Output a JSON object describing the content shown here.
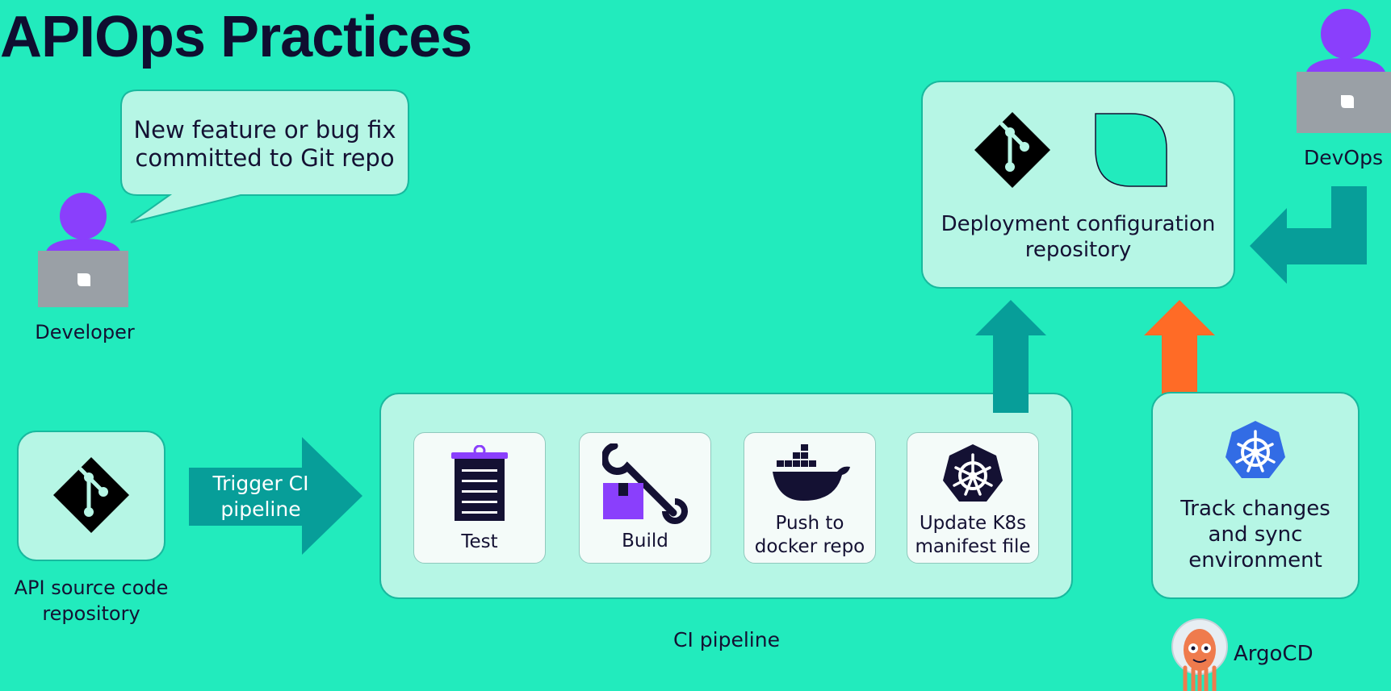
{
  "title": "APIOps Practices",
  "speech_bubble": {
    "line1": "New feature or bug fix",
    "line2": "committed to Git repo"
  },
  "actors": {
    "developer": "Developer",
    "devops": "DevOps",
    "argocd": "ArgoCD"
  },
  "source_repo": {
    "line1": "API source code",
    "line2": "repository"
  },
  "trigger_arrow": {
    "line1": "Trigger CI",
    "line2": "pipeline"
  },
  "ci_pipeline": {
    "label": "CI pipeline",
    "steps": [
      {
        "line1": "Test",
        "line2": ""
      },
      {
        "line1": "Build",
        "line2": ""
      },
      {
        "line1": "Push to",
        "line2": "docker repo"
      },
      {
        "line1": "Update K8s",
        "line2": "manifest file"
      }
    ]
  },
  "deploy_repo": {
    "line1": "Deployment configuration",
    "line2": "repository"
  },
  "sync_box": {
    "line1": "Track changes",
    "line2": "and sync",
    "line3": "environment"
  },
  "colors": {
    "background": "#22ebbd",
    "panel": "#b6f6e5",
    "arrow_teal": "#079e99",
    "arrow_orange": "#ff6b26",
    "person_purple": "#8a3ffc",
    "laptop_gray": "#9aa0a6",
    "git_black": "#000000",
    "kubernetes_blue": "#326ce5"
  },
  "icons": [
    "git-icon",
    "clipboard-icon",
    "wrench-icon",
    "package-icon",
    "docker-whale-icon",
    "kubernetes-icon",
    "octopus-mascot-icon",
    "person-icon",
    "laptop-icon",
    "document-icon"
  ]
}
